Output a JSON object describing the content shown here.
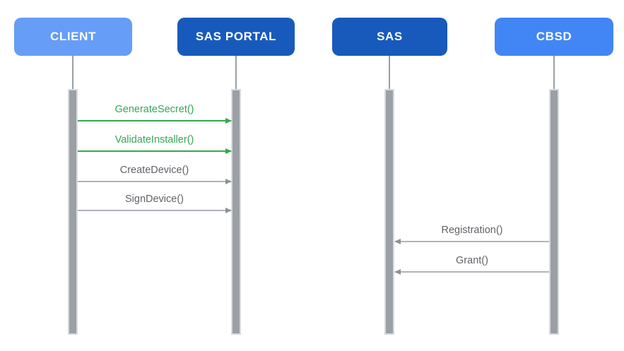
{
  "diagram": {
    "type": "sequence-diagram",
    "description": "CBRS device signing flow between CLIENT, SAS PORTAL, SAS and CBSD"
  },
  "colors": {
    "actor_light_blue": "#669DF6",
    "actor_bright_blue": "#4285F4",
    "actor_dark_blue": "#185ABC",
    "message_green": "#34A853",
    "message_gray_text": "#5F6368",
    "message_gray_line": "#B0B4B9",
    "activation_bar_fill": "#9AA0A6",
    "activation_bar_border": "#D8DADD"
  },
  "actors": [
    {
      "id": "client",
      "label": "CLIENT",
      "color": "#669DF6"
    },
    {
      "id": "sas-portal",
      "label": "SAS PORTAL",
      "color": "#185ABC"
    },
    {
      "id": "sas",
      "label": "SAS",
      "color": "#185ABC"
    },
    {
      "id": "cbsd",
      "label": "CBSD",
      "color": "#4285F4"
    }
  ],
  "messages": [
    {
      "label": "GenerateSecret()",
      "from": "client",
      "to": "sas-portal",
      "color": "#34A853",
      "direction": "right"
    },
    {
      "label": "ValidateInstaller()",
      "from": "client",
      "to": "sas-portal",
      "color": "#34A853",
      "direction": "right"
    },
    {
      "label": "CreateDevice()",
      "from": "client",
      "to": "sas-portal",
      "color": "#5F6368",
      "direction": "right"
    },
    {
      "label": "SignDevice()",
      "from": "client",
      "to": "sas-portal",
      "color": "#5F6368",
      "direction": "right"
    },
    {
      "label": "Registration()",
      "from": "cbsd",
      "to": "sas",
      "color": "#5F6368",
      "direction": "left"
    },
    {
      "label": "Grant()",
      "from": "cbsd",
      "to": "sas",
      "color": "#5F6368",
      "direction": "left"
    }
  ]
}
